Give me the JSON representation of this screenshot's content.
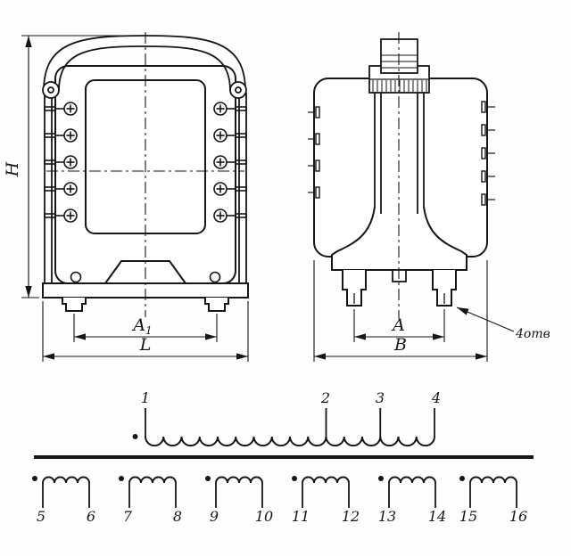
{
  "colors": {
    "ink": "#161616",
    "paper": "#ffffff"
  },
  "drawing": {
    "front_view": {
      "dim_h": "H",
      "dim_a1_base": "A",
      "dim_a1_sub": "1",
      "dim_l": "L"
    },
    "side_view": {
      "dim_a": "A",
      "dim_b": "B",
      "holes_label": "4отв"
    },
    "schematic": {
      "primary_terminals": [
        "1",
        "2",
        "3",
        "4"
      ],
      "secondary_terminals": [
        "5",
        "6",
        "7",
        "8",
        "9",
        "10",
        "11",
        "12",
        "13",
        "14",
        "15",
        "16"
      ]
    }
  }
}
